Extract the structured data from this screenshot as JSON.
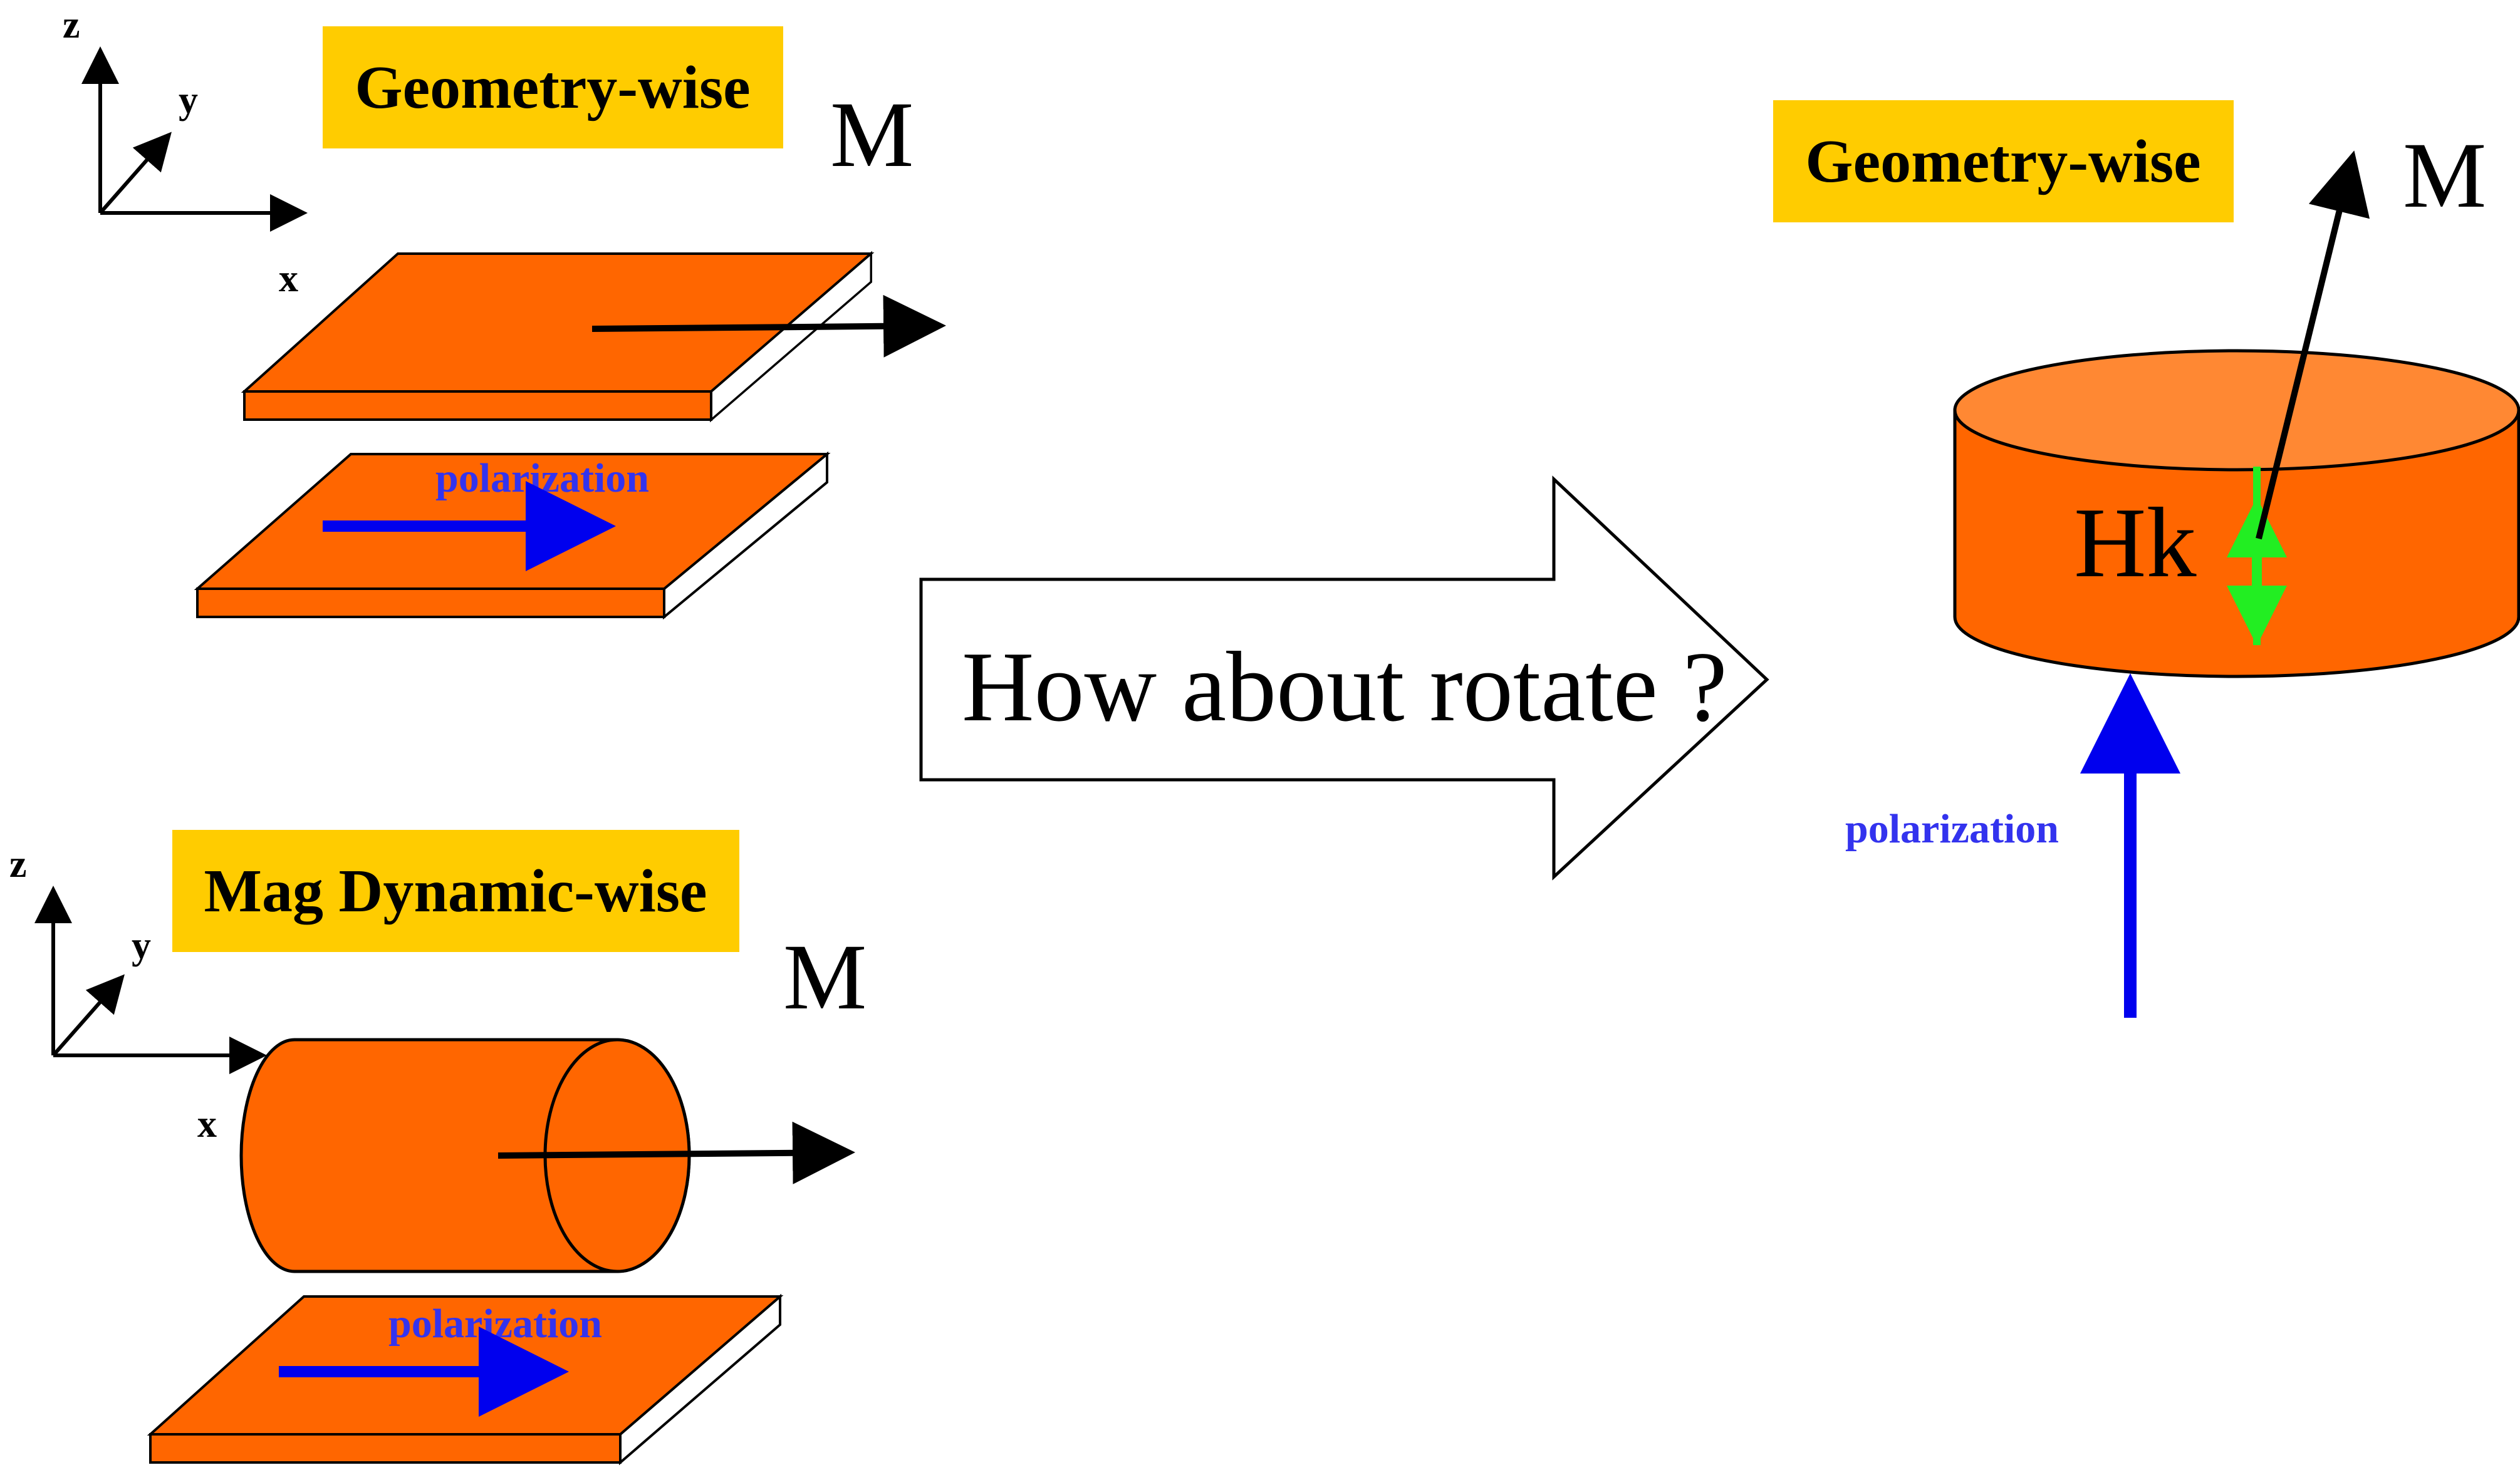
{
  "colors": {
    "orange": "#ff6600",
    "orange_light": "#ff8833",
    "yellow_box": "#ffcc00",
    "blue": "#0000ee",
    "green": "#22ee22",
    "polarization_text": "#3333ee"
  },
  "top_left": {
    "box_label": "Geometry-wise",
    "axis_z": "z",
    "axis_y": "y",
    "axis_x": "x",
    "m_label": "M",
    "polarization_label": "polarization"
  },
  "bottom_left": {
    "box_label": "Mag Dynamic-wise",
    "axis_z": "z",
    "axis_y": "y",
    "axis_x": "x",
    "m_label": "M",
    "polarization_label": "polarization"
  },
  "center": {
    "arrow_label": "How about rotate ?"
  },
  "right": {
    "box_label": "Geometry-wise",
    "m_label": "M",
    "hk_label": "Hk",
    "polarization_label": "polarization"
  }
}
